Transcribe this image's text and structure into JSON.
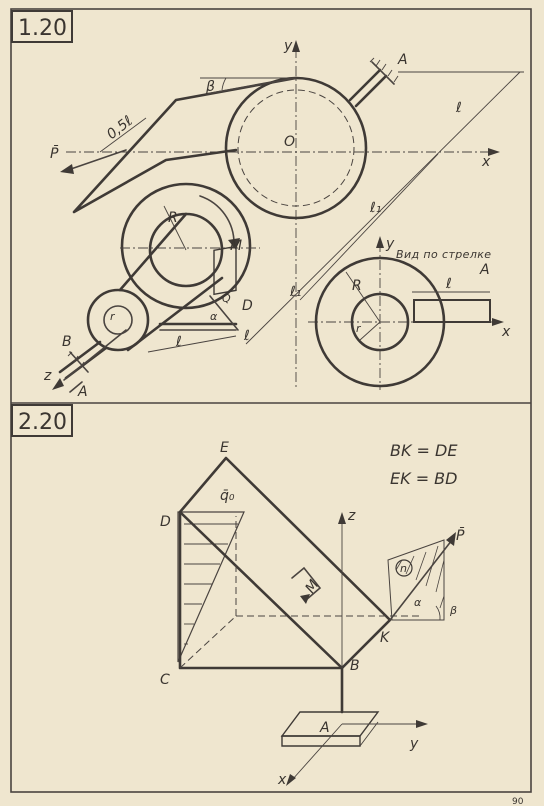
{
  "problem1": {
    "number": "1.20",
    "labels": {
      "A_top": "A",
      "y": "y",
      "O": "O",
      "x": "x",
      "beta": "β",
      "dist": "0,5ℓ",
      "P": "P̄",
      "R": "R",
      "M": "M",
      "l_right": "ℓ",
      "l1_upper": "ℓ₁",
      "l1_lower": "ℓ₁",
      "l_bottom": "ℓ",
      "l_base": "ℓ",
      "r": "r",
      "alpha": "α",
      "D": "D",
      "B": "B",
      "z": "z",
      "A_bottom": "A",
      "Q": "Q̄"
    },
    "view": {
      "title": "Вид по стрелке",
      "A": "A",
      "y": "y",
      "x": "x",
      "R": "R",
      "r": "r",
      "l": "ℓ"
    }
  },
  "problem2": {
    "number": "2.20",
    "eq1": "BK = DE",
    "eq2": "EK = BD",
    "labels": {
      "E": "E",
      "D": "D",
      "q0": "q̄₀",
      "z": "z",
      "M": "M",
      "P": "P̄",
      "n": "n",
      "alpha": "α",
      "beta": "β",
      "K": "K",
      "B": "B",
      "C": "C",
      "A": "A",
      "y": "y",
      "x": "x"
    }
  },
  "footer": {
    "page_mark": "90"
  }
}
